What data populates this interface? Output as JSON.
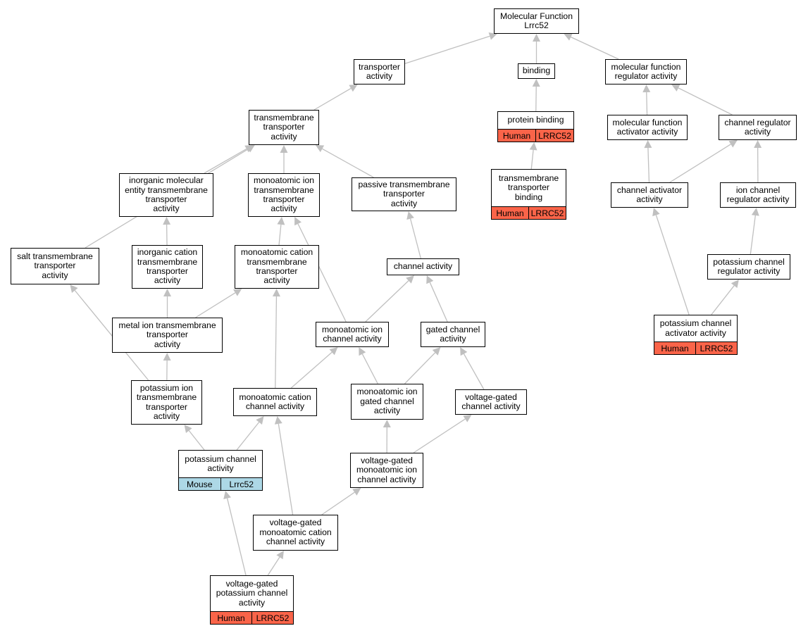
{
  "colors": {
    "edge": "#c0c0c0",
    "arrow": "#c0c0c0",
    "human": "#fa6449",
    "mouse": "#add8e6",
    "border": "#000000"
  },
  "nodes": [
    {
      "id": "mf",
      "label": "Molecular Function\nLrrc52"
    },
    {
      "id": "transporter",
      "label": "transporter\nactivity"
    },
    {
      "id": "binding",
      "label": "binding"
    },
    {
      "id": "mfreg",
      "label": "molecular function\nregulator activity"
    },
    {
      "id": "tmtrans",
      "label": "transmembrane\ntransporter\nactivity"
    },
    {
      "id": "protbind",
      "label": "protein binding",
      "tags": [
        {
          "species": "Human",
          "gene": "LRRC52"
        }
      ]
    },
    {
      "id": "mfact",
      "label": "molecular function\nactivator activity"
    },
    {
      "id": "chreg",
      "label": "channel regulator\nactivity"
    },
    {
      "id": "tmbind",
      "label": "transmembrane\ntransporter\nbinding",
      "tags": [
        {
          "species": "Human",
          "gene": "LRRC52"
        }
      ]
    },
    {
      "id": "inorgmol",
      "label": "inorganic molecular\nentity transmembrane\ntransporter\nactivity"
    },
    {
      "id": "monoion",
      "label": "monoatomic ion\ntransmembrane\ntransporter\nactivity"
    },
    {
      "id": "passive",
      "label": "passive transmembrane\ntransporter\nactivity"
    },
    {
      "id": "chact",
      "label": "channel activator\nactivity"
    },
    {
      "id": "ionchreg",
      "label": "ion channel\nregulator activity"
    },
    {
      "id": "salt",
      "label": "salt transmembrane\ntransporter\nactivity"
    },
    {
      "id": "inorgcat",
      "label": "inorganic cation\ntransmembrane\ntransporter\nactivity"
    },
    {
      "id": "monocat",
      "label": "monoatomic cation\ntransmembrane\ntransporter\nactivity"
    },
    {
      "id": "channel",
      "label": "channel activity"
    },
    {
      "id": "kchreg",
      "label": "potassium channel\nregulator activity"
    },
    {
      "id": "metal",
      "label": "metal ion transmembrane\ntransporter\nactivity"
    },
    {
      "id": "monoionch",
      "label": "monoatomic ion\nchannel activity"
    },
    {
      "id": "gated",
      "label": "gated channel\nactivity"
    },
    {
      "id": "kchact",
      "label": "potassium channel\nactivator activity",
      "tags": [
        {
          "species": "Human",
          "gene": "LRRC52"
        }
      ]
    },
    {
      "id": "kion",
      "label": "potassium ion\ntransmembrane\ntransporter\nactivity"
    },
    {
      "id": "monocatch",
      "label": "monoatomic cation\nchannel activity"
    },
    {
      "id": "monoiongated",
      "label": "monoatomic ion\ngated channel\nactivity"
    },
    {
      "id": "vgated",
      "label": "voltage-gated\nchannel activity"
    },
    {
      "id": "kch",
      "label": "potassium channel\nactivity",
      "tags": [
        {
          "species": "Mouse",
          "gene": "Lrrc52"
        }
      ]
    },
    {
      "id": "vgmonoion",
      "label": "voltage-gated\nmonoatomic ion\nchannel activity"
    },
    {
      "id": "vgmonocat",
      "label": "voltage-gated\nmonoatomic cation\nchannel activity"
    },
    {
      "id": "vgk",
      "label": "voltage-gated\npotassium channel\nactivity",
      "tags": [
        {
          "species": "Human",
          "gene": "LRRC52"
        }
      ]
    }
  ],
  "edges": [
    {
      "from": "transporter",
      "to": "mf"
    },
    {
      "from": "binding",
      "to": "mf"
    },
    {
      "from": "mfreg",
      "to": "mf"
    },
    {
      "from": "tmtrans",
      "to": "transporter"
    },
    {
      "from": "protbind",
      "to": "binding"
    },
    {
      "from": "mfact",
      "to": "mfreg"
    },
    {
      "from": "chreg",
      "to": "mfreg"
    },
    {
      "from": "tmbind",
      "to": "protbind"
    },
    {
      "from": "salt",
      "to": "tmtrans"
    },
    {
      "from": "inorgmol",
      "to": "tmtrans"
    },
    {
      "from": "monoion",
      "to": "tmtrans"
    },
    {
      "from": "passive",
      "to": "tmtrans"
    },
    {
      "from": "chact",
      "to": "mfact"
    },
    {
      "from": "chact",
      "to": "chreg"
    },
    {
      "from": "ionchreg",
      "to": "chreg"
    },
    {
      "from": "inorgcat",
      "to": "inorgmol"
    },
    {
      "from": "monocat",
      "to": "monoion"
    },
    {
      "from": "monoionch",
      "to": "monoion"
    },
    {
      "from": "channel",
      "to": "passive"
    },
    {
      "from": "kchreg",
      "to": "ionchreg"
    },
    {
      "from": "metal",
      "to": "inorgcat"
    },
    {
      "from": "metal",
      "to": "monocat"
    },
    {
      "from": "monocatch",
      "to": "monocat"
    },
    {
      "from": "monoionch",
      "to": "channel"
    },
    {
      "from": "gated",
      "to": "channel"
    },
    {
      "from": "kchact",
      "to": "chact"
    },
    {
      "from": "kchact",
      "to": "kchreg"
    },
    {
      "from": "kion",
      "to": "metal"
    },
    {
      "from": "kion",
      "to": "salt"
    },
    {
      "from": "monocatch",
      "to": "monoionch"
    },
    {
      "from": "monoiongated",
      "to": "monoionch"
    },
    {
      "from": "monoiongated",
      "to": "gated"
    },
    {
      "from": "vgated",
      "to": "gated"
    },
    {
      "from": "kch",
      "to": "kion"
    },
    {
      "from": "kch",
      "to": "monocatch"
    },
    {
      "from": "vgmonoion",
      "to": "monoiongated"
    },
    {
      "from": "vgmonoion",
      "to": "vgated"
    },
    {
      "from": "vgmonocat",
      "to": "monocatch"
    },
    {
      "from": "vgmonocat",
      "to": "vgmonoion"
    },
    {
      "from": "vgk",
      "to": "kch"
    },
    {
      "from": "vgk",
      "to": "vgmonocat"
    }
  ]
}
